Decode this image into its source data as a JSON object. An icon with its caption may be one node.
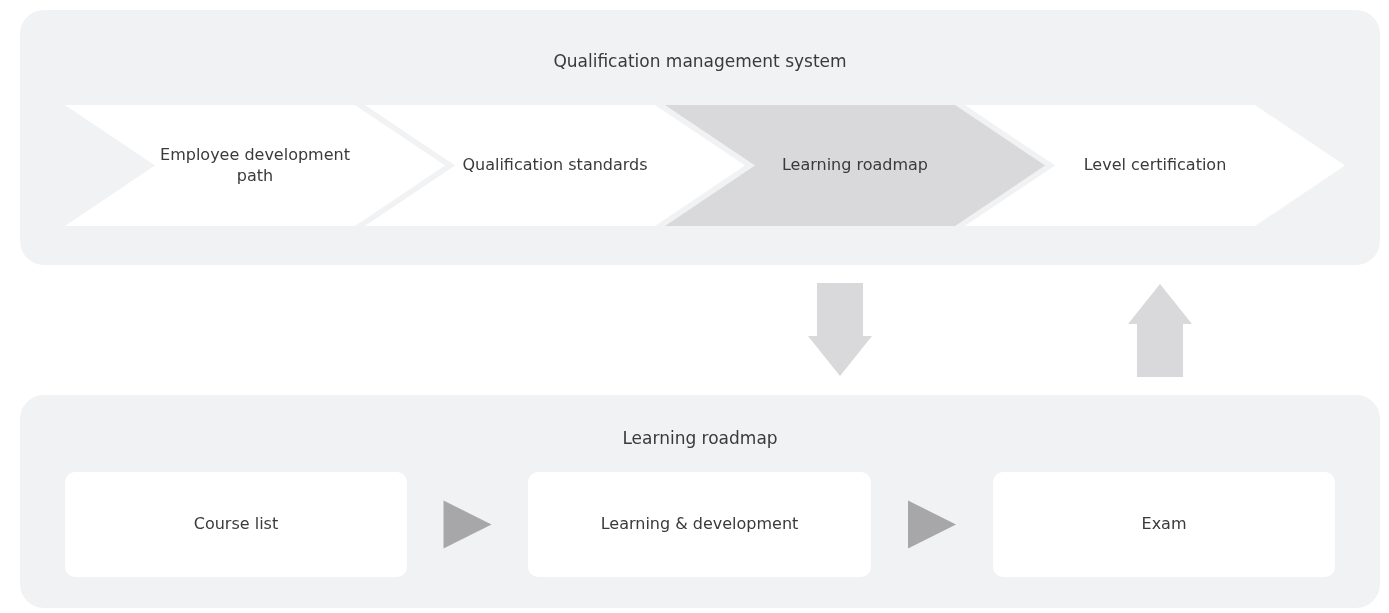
{
  "diagram": {
    "nodes": [
      {
        "text": [
          "Qualification management system"
        ]
      },
      {
        "text": [
          "Employee development path"
        ],
        "in": 0
      },
      {
        "text": [
          "Qualification standards"
        ],
        "in": 0
      },
      {
        "text": [
          "Learning roadmap"
        ],
        "in": 0
      },
      {
        "text": [
          "Level certification"
        ],
        "in": 0
      },
      {
        "text": [
          "Learning roadmap"
        ]
      },
      {
        "text": [
          "Course list"
        ],
        "in": 5
      },
      {
        "text": [
          "Learning & development"
        ],
        "in": 5
      },
      {
        "text": [
          "Exam"
        ],
        "in": 5
      }
    ],
    "edges": [
      {
        "from": 0,
        "to": 5,
        "arrow": "to",
        "style": "thick",
        "color": "#d9d9db"
      },
      {
        "from": 5,
        "to": 0,
        "arrow": "to",
        "style": "thick",
        "color": "#d9d9db"
      },
      {
        "from": 6,
        "to": 7,
        "arrow": "to"
      },
      {
        "from": 7,
        "to": 8,
        "arrow": "to"
      }
    ]
  }
}
